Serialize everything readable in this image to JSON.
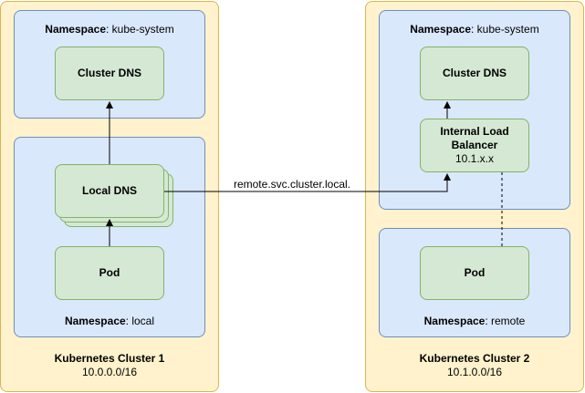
{
  "colors": {
    "cluster_fill": "#fff2cc",
    "cluster_stroke": "#d6b656",
    "namespace_fill": "#dae8fc",
    "namespace_stroke": "#6c8ebf",
    "node_fill": "#d5e8d4",
    "node_stroke": "#82b366"
  },
  "cluster1": {
    "title": "Kubernetes Cluster 1",
    "cidr": "10.0.0.0/16",
    "ns_system": {
      "label_key": "Namespace",
      "label_value": ": kube-system"
    },
    "ns_local": {
      "label_key": "Namespace",
      "label_value": ": local"
    },
    "cluster_dns": "Cluster DNS",
    "local_dns": "Local DNS",
    "pod": "Pod"
  },
  "cluster2": {
    "title": "Kubernetes Cluster 2",
    "cidr": "10.1.0.0/16",
    "ns_system": {
      "label_key": "Namespace",
      "label_value": ": kube-system"
    },
    "ns_remote": {
      "label_key": "Namespace",
      "label_value": ": remote"
    },
    "cluster_dns": "Cluster DNS",
    "ilb_title": "Internal Load Balancer",
    "ilb_ip": "10.1.x.x",
    "pod": "Pod"
  },
  "link_label": "remote.svc.cluster.local."
}
